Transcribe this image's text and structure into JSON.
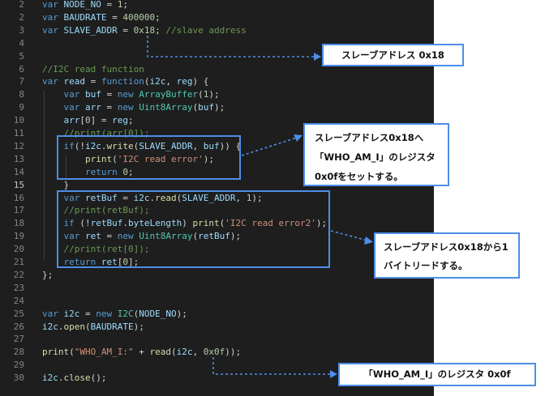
{
  "editor": {
    "lines": [
      {
        "n": "2",
        "tokens": [
          [
            "kw",
            "var "
          ],
          [
            "id",
            "NODE_NO"
          ],
          [
            "pn",
            " = "
          ],
          [
            "num",
            "1"
          ],
          [
            "pn",
            ";"
          ]
        ]
      },
      {
        "n": "2",
        "tokens": [
          [
            "kw",
            "var "
          ],
          [
            "id",
            "BAUDRATE"
          ],
          [
            "pn",
            " = "
          ],
          [
            "num",
            "400000"
          ],
          [
            "pn",
            ";"
          ]
        ]
      },
      {
        "n": "3",
        "tokens": [
          [
            "kw",
            "var "
          ],
          [
            "id",
            "SLAVE_ADDR"
          ],
          [
            "pn",
            " = "
          ],
          [
            "num",
            "0x18"
          ],
          [
            "pn",
            "; "
          ],
          [
            "cm",
            "//slave address"
          ]
        ]
      },
      {
        "n": "4",
        "tokens": []
      },
      {
        "n": "5",
        "tokens": []
      },
      {
        "n": "6",
        "tokens": [
          [
            "cm",
            "//I2C read function"
          ]
        ]
      },
      {
        "n": "7",
        "tokens": [
          [
            "kw",
            "var "
          ],
          [
            "id",
            "read"
          ],
          [
            "pn",
            " = "
          ],
          [
            "kw",
            "function"
          ],
          [
            "pn",
            "("
          ],
          [
            "id",
            "i2c"
          ],
          [
            "pn",
            ", "
          ],
          [
            "id",
            "reg"
          ],
          [
            "pn",
            ") {"
          ]
        ]
      },
      {
        "n": "8",
        "tokens": [
          [
            "pn",
            "    "
          ],
          [
            "kw",
            "var "
          ],
          [
            "id",
            "buf"
          ],
          [
            "pn",
            " = "
          ],
          [
            "kw",
            "new "
          ],
          [
            "cls",
            "ArrayBuffer"
          ],
          [
            "pn",
            "("
          ],
          [
            "num",
            "1"
          ],
          [
            "pn",
            ");"
          ]
        ]
      },
      {
        "n": "9",
        "tokens": [
          [
            "pn",
            "    "
          ],
          [
            "kw",
            "var "
          ],
          [
            "id",
            "arr"
          ],
          [
            "pn",
            " = "
          ],
          [
            "kw",
            "new "
          ],
          [
            "cls",
            "Uint8Array"
          ],
          [
            "pn",
            "("
          ],
          [
            "id",
            "buf"
          ],
          [
            "pn",
            ");"
          ]
        ]
      },
      {
        "n": "10",
        "tokens": [
          [
            "pn",
            "    "
          ],
          [
            "id",
            "arr"
          ],
          [
            "pn",
            "["
          ],
          [
            "num",
            "0"
          ],
          [
            "pn",
            "] = "
          ],
          [
            "id",
            "reg"
          ],
          [
            "pn",
            ";"
          ]
        ]
      },
      {
        "n": "11",
        "tokens": [
          [
            "pn",
            "    "
          ],
          [
            "cm",
            "//print(arr[0]);"
          ]
        ]
      },
      {
        "n": "12",
        "tokens": [
          [
            "pn",
            "    "
          ],
          [
            "kw",
            "if"
          ],
          [
            "pn",
            "(!"
          ],
          [
            "id",
            "i2c"
          ],
          [
            "pn",
            "."
          ],
          [
            "fn",
            "write"
          ],
          [
            "pn",
            "("
          ],
          [
            "id",
            "SLAVE_ADDR"
          ],
          [
            "pn",
            ", "
          ],
          [
            "id",
            "buf"
          ],
          [
            "pn",
            ")) {"
          ]
        ]
      },
      {
        "n": "13",
        "tokens": [
          [
            "pn",
            "        "
          ],
          [
            "fn",
            "print"
          ],
          [
            "pn",
            "("
          ],
          [
            "str",
            "'I2C read error'"
          ],
          [
            "pn",
            ");"
          ]
        ]
      },
      {
        "n": "14",
        "tokens": [
          [
            "pn",
            "        "
          ],
          [
            "kw",
            "return "
          ],
          [
            "num",
            "0"
          ],
          [
            "pn",
            ";"
          ]
        ]
      },
      {
        "n": "15",
        "tokens": [
          [
            "pn",
            "    }"
          ]
        ]
      },
      {
        "n": "16",
        "tokens": [
          [
            "pn",
            "    "
          ],
          [
            "kw",
            "var "
          ],
          [
            "id",
            "retBuf"
          ],
          [
            "pn",
            " = "
          ],
          [
            "id",
            "i2c"
          ],
          [
            "pn",
            "."
          ],
          [
            "fn",
            "read"
          ],
          [
            "pn",
            "("
          ],
          [
            "id",
            "SLAVE_ADDR"
          ],
          [
            "pn",
            ", "
          ],
          [
            "num",
            "1"
          ],
          [
            "pn",
            ");"
          ]
        ]
      },
      {
        "n": "17",
        "tokens": [
          [
            "pn",
            "    "
          ],
          [
            "cm",
            "//print(retBuf);"
          ]
        ]
      },
      {
        "n": "18",
        "tokens": [
          [
            "pn",
            "    "
          ],
          [
            "kw",
            "if "
          ],
          [
            "pn",
            "(!"
          ],
          [
            "id",
            "retBuf"
          ],
          [
            "pn",
            "."
          ],
          [
            "id",
            "byteLength"
          ],
          [
            "pn",
            ") "
          ],
          [
            "fn",
            "print"
          ],
          [
            "pn",
            "("
          ],
          [
            "str",
            "'I2C read error2'"
          ],
          [
            "pn",
            ");"
          ]
        ]
      },
      {
        "n": "19",
        "tokens": [
          [
            "pn",
            "    "
          ],
          [
            "kw",
            "var "
          ],
          [
            "id",
            "ret"
          ],
          [
            "pn",
            " = "
          ],
          [
            "kw",
            "new "
          ],
          [
            "cls",
            "Uint8Array"
          ],
          [
            "pn",
            "("
          ],
          [
            "id",
            "retBuf"
          ],
          [
            "pn",
            ");"
          ]
        ]
      },
      {
        "n": "20",
        "tokens": [
          [
            "pn",
            "    "
          ],
          [
            "cm",
            "//print(ret[0]);"
          ]
        ]
      },
      {
        "n": "21",
        "tokens": [
          [
            "pn",
            "    "
          ],
          [
            "kw",
            "return "
          ],
          [
            "id",
            "ret"
          ],
          [
            "pn",
            "["
          ],
          [
            "num",
            "0"
          ],
          [
            "pn",
            "];"
          ]
        ]
      },
      {
        "n": "22",
        "tokens": [
          [
            "pn",
            "};"
          ]
        ]
      },
      {
        "n": "23",
        "tokens": []
      },
      {
        "n": "24",
        "tokens": []
      },
      {
        "n": "25",
        "tokens": [
          [
            "kw",
            "var "
          ],
          [
            "id",
            "i2c"
          ],
          [
            "pn",
            " = "
          ],
          [
            "kw",
            "new "
          ],
          [
            "cls",
            "I2C"
          ],
          [
            "pn",
            "("
          ],
          [
            "id",
            "NODE_NO"
          ],
          [
            "pn",
            ");"
          ]
        ]
      },
      {
        "n": "26",
        "tokens": [
          [
            "id",
            "i2c"
          ],
          [
            "pn",
            "."
          ],
          [
            "fn",
            "open"
          ],
          [
            "pn",
            "("
          ],
          [
            "id",
            "BAUDRATE"
          ],
          [
            "pn",
            ");"
          ]
        ]
      },
      {
        "n": "27",
        "tokens": []
      },
      {
        "n": "28",
        "tokens": [
          [
            "fn",
            "print"
          ],
          [
            "pn",
            "("
          ],
          [
            "str",
            "\"WHO_AM_I:\""
          ],
          [
            "pn",
            " + "
          ],
          [
            "fn",
            "read"
          ],
          [
            "pn",
            "("
          ],
          [
            "id",
            "i2c"
          ],
          [
            "pn",
            ", "
          ],
          [
            "num",
            "0x0f"
          ],
          [
            "pn",
            "));"
          ]
        ]
      },
      {
        "n": "29",
        "tokens": []
      },
      {
        "n": "30",
        "tokens": [
          [
            "id",
            "i2c"
          ],
          [
            "pn",
            "."
          ],
          [
            "fn",
            "close"
          ],
          [
            "pn",
            "();"
          ]
        ]
      }
    ],
    "active_line": "15"
  },
  "callouts": {
    "slave_addr": {
      "lines": [
        "スレーブアドレス 0x18"
      ]
    },
    "write": {
      "lines": [
        "スレーブアドレス0x18へ",
        "「WHO_AM_I」のレジスタ",
        "0x0fをセットする。"
      ]
    },
    "read": {
      "lines": [
        "スレーブアドレス0x18から1",
        "バイトリードする。"
      ]
    },
    "register": {
      "lines": [
        "「WHO_AM_I」のレジスタ 0x0f"
      ]
    }
  },
  "colors": {
    "accent": "#4d8ee8",
    "editor_bg": "#1e1e1e"
  }
}
